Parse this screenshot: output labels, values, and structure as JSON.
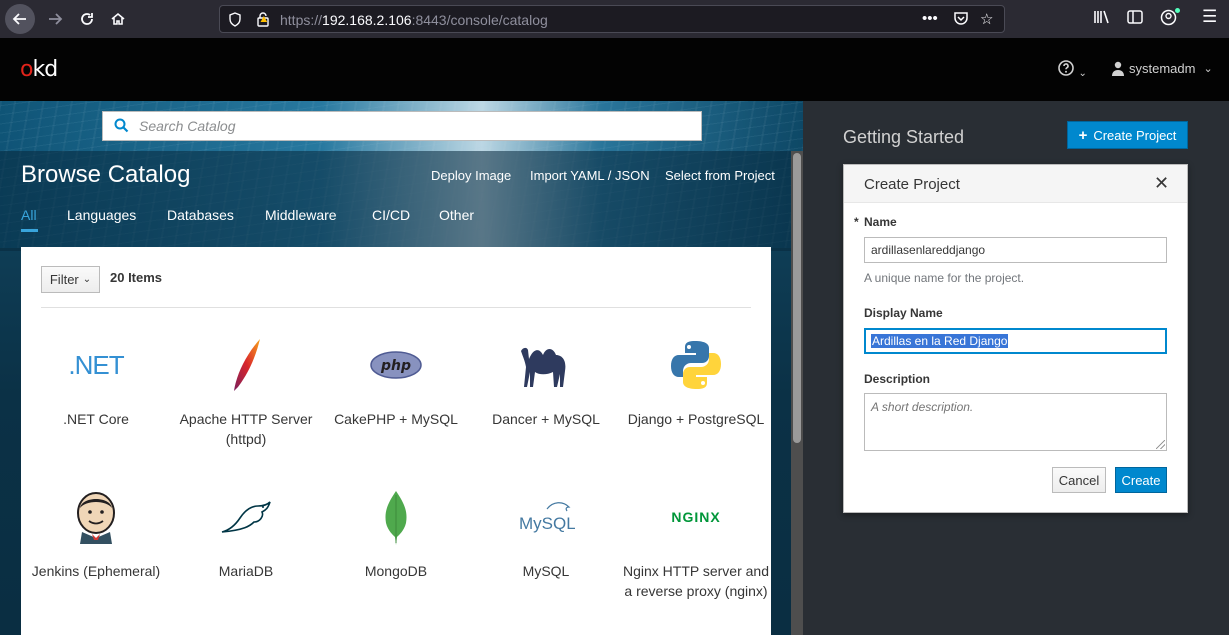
{
  "browser": {
    "url_prefix": "https://",
    "url_host": "192.168.2.106",
    "url_rest": ":8443/console/catalog"
  },
  "masthead": {
    "logo_o": "o",
    "logo_kd": "kd",
    "username": "systemadm"
  },
  "catalog": {
    "search_placeholder": "Search Catalog",
    "title": "Browse Catalog",
    "actions": [
      "Deploy Image",
      "Import YAML / JSON",
      "Select from Project"
    ],
    "tabs": [
      "All",
      "Languages",
      "Databases",
      "Middleware",
      "CI/CD",
      "Other"
    ],
    "active_tab": "All",
    "filter_label": "Filter",
    "items_count": "20 Items",
    "items": [
      {
        "label": ".NET Core",
        "icon": "dotnet-icon",
        "icon_text": ".NET"
      },
      {
        "label": "Apache HTTP Server (httpd)",
        "icon": "apache-feather-icon"
      },
      {
        "label": "CakePHP + MySQL",
        "icon": "php-icon",
        "icon_text": "php"
      },
      {
        "label": "Dancer + MySQL",
        "icon": "camel-icon"
      },
      {
        "label": "Django + PostgreSQL",
        "icon": "python-icon"
      },
      {
        "label": "Jenkins (Ephemeral)",
        "icon": "jenkins-icon"
      },
      {
        "label": "MariaDB",
        "icon": "mariadb-seal-icon"
      },
      {
        "label": "MongoDB",
        "icon": "mongodb-leaf-icon"
      },
      {
        "label": "MySQL",
        "icon": "mysql-icon",
        "icon_text": "MySQL"
      },
      {
        "label": "Nginx HTTP server and a reverse proxy (nginx)",
        "icon": "nginx-icon",
        "icon_text": "NGINX"
      }
    ]
  },
  "side": {
    "getting_started": "Getting Started",
    "create_project_button": "Create Project"
  },
  "modal": {
    "title": "Create Project",
    "name_label": "Name",
    "required_mark": "*",
    "name_value": "ardillasenlareddjango",
    "name_help": "A unique name for the project.",
    "display_name_label": "Display Name",
    "display_name_value": "Ardillas en la Red Django",
    "description_label": "Description",
    "description_placeholder": "A short description.",
    "cancel_label": "Cancel",
    "create_label": "Create"
  },
  "colors": {
    "accent": "#0088ce",
    "tab_active": "#39a5dc",
    "masthead": "#030303",
    "side_panel": "#292e34"
  }
}
